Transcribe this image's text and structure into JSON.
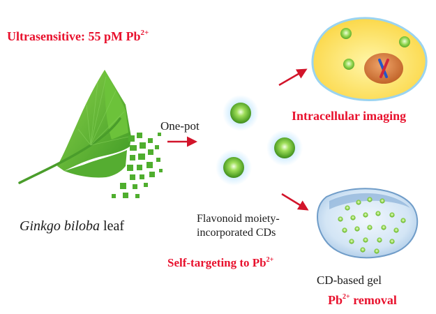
{
  "headline": {
    "main": "Ultrasensitive: 55 pM Pb",
    "sup": "2+"
  },
  "leaf_caption": {
    "genus": "Ginkgo",
    "species": "biloba",
    "rest": " leaf"
  },
  "synthesis_label": "One-pot",
  "cd_label": {
    "line1": "Flavonoid moiety-",
    "line2": "incorporated CDs"
  },
  "self_targeting": {
    "main": "Self-targeting to Pb",
    "sup": "2+"
  },
  "imaging_label": "Intracellular imaging",
  "gel_label": "CD-based gel",
  "removal": {
    "pre": "Pb",
    "sup": "2+",
    "post": " removal"
  },
  "colors": {
    "accent_red": "#e8112d",
    "leaf_green": "#5fb536",
    "cell_yellow": "#fde46a",
    "nucleus": "#d8793a",
    "dot_green": "#7ccd3f",
    "gel_blue": "#cfe3f4"
  }
}
